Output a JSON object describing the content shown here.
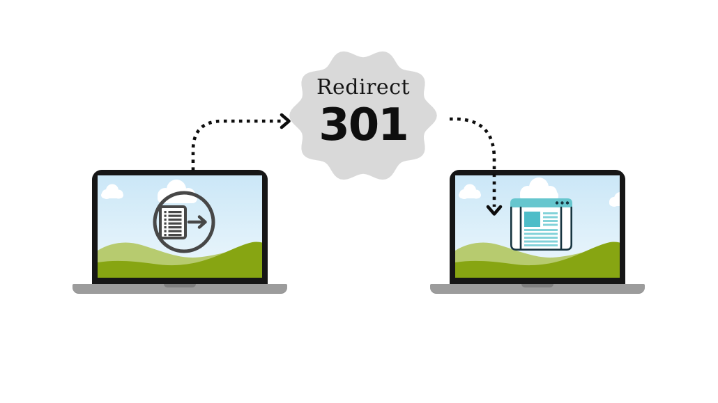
{
  "badge": {
    "title": "Redirect",
    "code": "301",
    "shape": "scalloped-circle",
    "bg_color": "#d9d9d9",
    "text_color": "#121212"
  },
  "arrows": {
    "style": "dashed",
    "color": "#0d0d0d",
    "out": "source-laptop-to-badge",
    "in": "badge-to-destination-laptop"
  },
  "source_laptop": {
    "icon": "document-transfer-icon",
    "scene": "sky-clouds-green-hills"
  },
  "destination_laptop": {
    "icon": "browser-page-icon",
    "scene": "sky-clouds-green-hills"
  },
  "palette": {
    "sky_top": "#cbe7f7",
    "sky_bottom": "#edf7fc",
    "hill_light": "#b7cb6f",
    "hill_dark": "#87a512",
    "bezel": "#161616",
    "base_gray": "#9c9c9c",
    "notch_gray": "#7f7f7f",
    "icon_stroke_gray": "#474747",
    "teal_header": "#66c6ce",
    "teal_block": "#4ebdc8",
    "teal_line": "#82d2d9",
    "navy_outline": "#173540",
    "cloud": "#ffffff"
  }
}
